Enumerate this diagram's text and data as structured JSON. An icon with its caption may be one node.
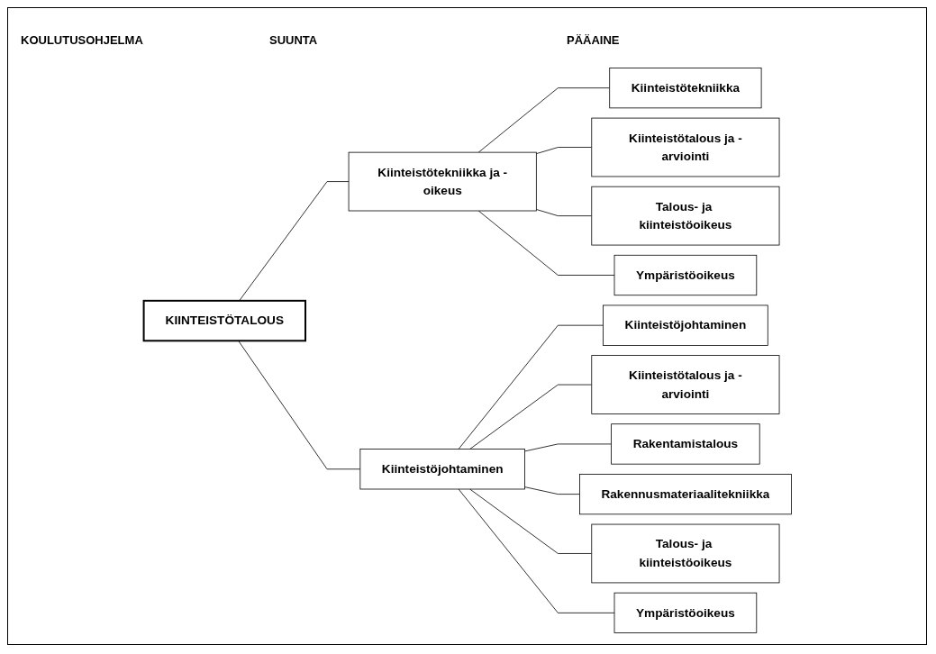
{
  "diagram": {
    "nodes": [
      {
        "text": [
          "KIINTEISTÖTALOUS"
        ]
      },
      {
        "text": [
          "Kiinteistötekniikka ja -oikeus"
        ]
      },
      {
        "text": [
          "Kiinteistötekniikka"
        ]
      },
      {
        "text": [
          "Kiinteistötalous ja -arviointi"
        ]
      },
      {
        "text": [
          "Talous- ja kiinteistöoikeus"
        ]
      },
      {
        "text": [
          "Ympäristöoikeus"
        ]
      },
      {
        "text": [
          "Kiinteistöjohtaminen"
        ]
      },
      {
        "text": [
          "Kiinteistöjohtaminen"
        ]
      },
      {
        "text": [
          "Kiinteistötalous ja -arviointi"
        ]
      },
      {
        "text": [
          "Rakentamistalous"
        ]
      },
      {
        "text": [
          "Rakennusmateriaalitekniikka"
        ]
      },
      {
        "text": [
          "Talous- ja kiinteistöoikeus"
        ]
      },
      {
        "text": [
          "Ympäristöoikeus"
        ]
      }
    ],
    "edges": [
      {
        "from": 0,
        "to": 1,
        "arrow": "none"
      },
      {
        "from": 0,
        "to": 6,
        "arrow": "none"
      },
      {
        "from": 1,
        "to": 2,
        "arrow": "none"
      },
      {
        "from": 1,
        "to": 3,
        "arrow": "none"
      },
      {
        "from": 1,
        "to": 4,
        "arrow": "none"
      },
      {
        "from": 1,
        "to": 5,
        "arrow": "none"
      },
      {
        "from": 6,
        "to": 7,
        "arrow": "none"
      },
      {
        "from": 6,
        "to": 8,
        "arrow": "none"
      },
      {
        "from": 6,
        "to": 9,
        "arrow": "none"
      },
      {
        "from": 6,
        "to": 10,
        "arrow": "none"
      },
      {
        "from": 6,
        "to": 11,
        "arrow": "none"
      },
      {
        "from": 6,
        "to": 12,
        "arrow": "none"
      }
    ],
    "labels": [
      "KOULUTUSOHJELMA",
      "SUUNTA",
      "PÄÄAINE"
    ]
  }
}
